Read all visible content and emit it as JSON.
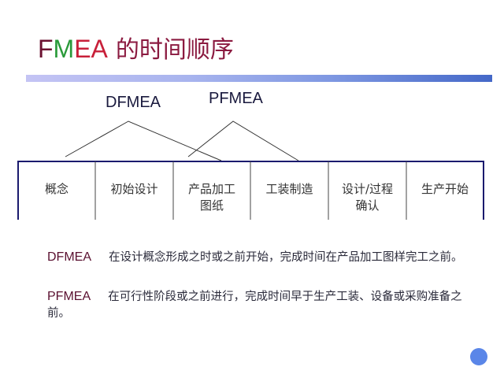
{
  "title": {
    "letters": [
      {
        "char": "F",
        "color": "#6b1030"
      },
      {
        "char": "M",
        "color": "#2a9a3a"
      },
      {
        "char": "E",
        "color": "#c8203a"
      },
      {
        "char": "A",
        "color": "#c8203a"
      }
    ],
    "suffix": "的时间顺序"
  },
  "diagram": {
    "labels": {
      "dfmea": "DFMEA",
      "pfmea": "PFMEA"
    },
    "stages": [
      "概念",
      "初始设计",
      "产品加工\n图纸",
      "工装制造",
      "设计/过程\n确认",
      "生产开始"
    ],
    "line_color": "#333333",
    "box_color": "#1a1a6e"
  },
  "descriptions": [
    {
      "key": "DFMEA",
      "text": "在设计概念形成之时或之前开始，完成时间在产品加工图样完工之前。"
    },
    {
      "key": "PFMEA",
      "text": "在可行性阶段或之前进行，完成时间早于生产工装、设备或采购准备之前。"
    }
  ],
  "colors": {
    "accent_dot": "#5a86e8"
  }
}
